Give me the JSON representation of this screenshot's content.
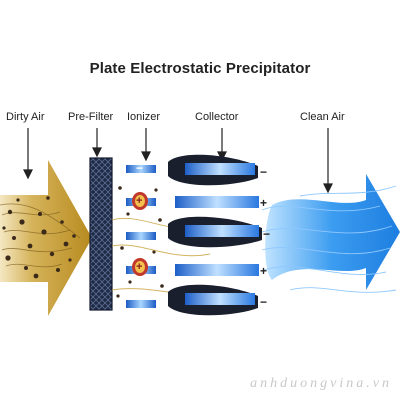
{
  "diagram": {
    "title": "Plate Electrostatic Precipitator",
    "labels": {
      "dirty_air": "Dirty Air",
      "pre_filter": "Pre-Filter",
      "ionizer": "Ionizer",
      "collector": "Collector",
      "clean_air": "Clean Air"
    },
    "charges": {
      "negative": "−",
      "positive": "+"
    }
  },
  "watermark": "anhduongvina.vn",
  "colors": {
    "dirty_air": "#c9a23a",
    "pre_filter": "#1f2a44",
    "ionizer_plate": "#2b6fd1",
    "collector_plate": "#3a86e6",
    "clean_air": "#2f8fe8",
    "particle": "#3b2a1a"
  }
}
